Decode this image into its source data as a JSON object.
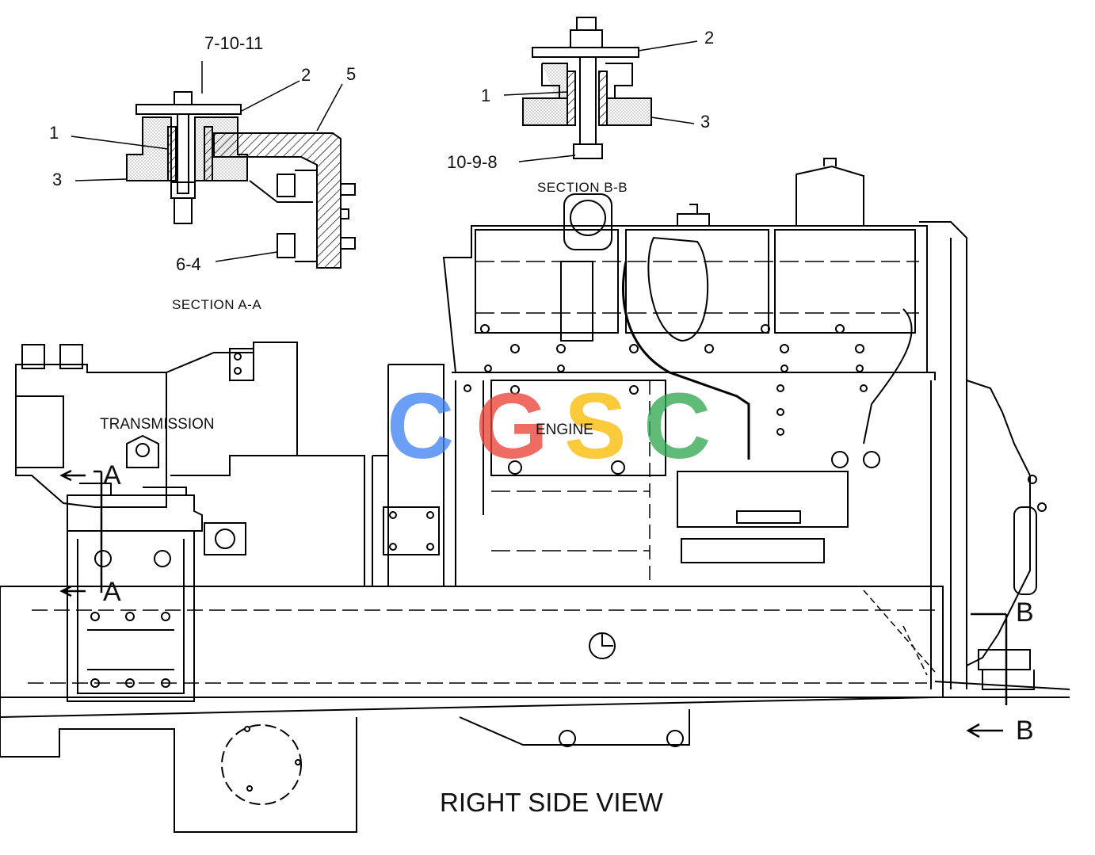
{
  "section_aa": {
    "caption": "SECTION A-A",
    "callouts": [
      "7-10-11",
      "2",
      "5",
      "1",
      "3",
      "6-4"
    ]
  },
  "section_bb": {
    "caption": "SECTION B-B",
    "callouts": [
      "2",
      "1",
      "3",
      "10-9-8"
    ]
  },
  "main_view": {
    "transmission_label": "TRANSMISSION",
    "engine_label": "ENGINE",
    "view_title": "RIGHT SIDE VIEW",
    "section_markers": [
      "A",
      "A",
      "B",
      "B"
    ]
  },
  "watermark": {
    "letters": [
      "C",
      "G",
      "S",
      "C"
    ],
    "colors": [
      "#4285F4",
      "#EA4335",
      "#FBBC05",
      "#34A853"
    ]
  }
}
